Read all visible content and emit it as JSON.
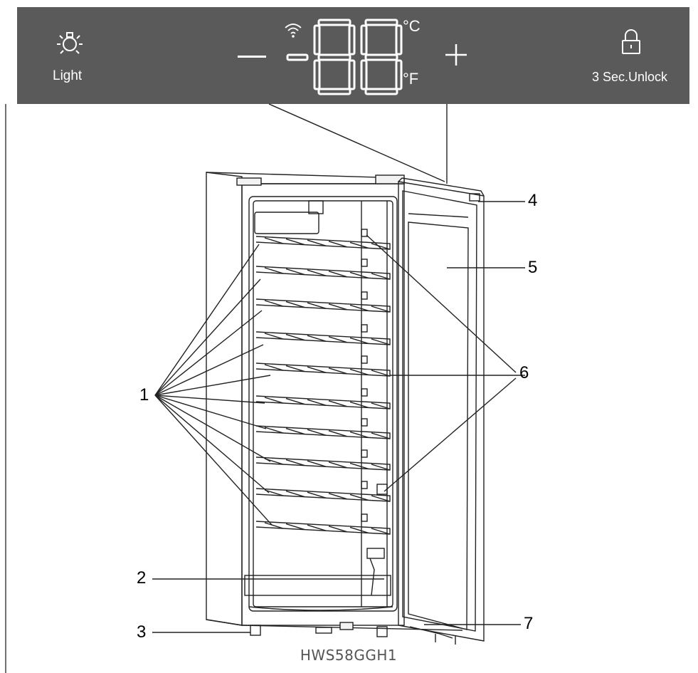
{
  "control_panel": {
    "light_label": "Light",
    "unlock_label": "3 Sec.Unlock",
    "display_digits": "-88",
    "unit_celsius": "°C",
    "unit_fahrenheit": "°F",
    "icons": [
      "light-bulb-icon",
      "wifi-icon",
      "minus-icon",
      "plus-icon",
      "lock-icon"
    ]
  },
  "callouts": {
    "c1": "1",
    "c2": "2",
    "c3": "3",
    "c4": "4",
    "c5": "5",
    "c6": "6",
    "c7": "7"
  },
  "model": "HWS58GGH1",
  "colors": {
    "panel_bg": "#5a5a5a",
    "segment": "#ffffff",
    "line": "#222222"
  }
}
